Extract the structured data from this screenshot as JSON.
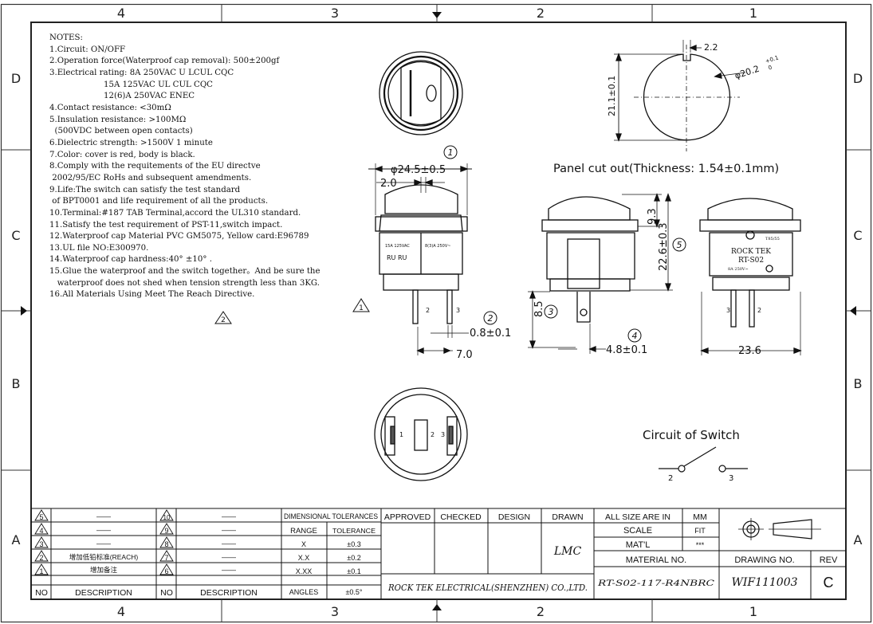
{
  "border": {
    "top_zones": [
      "4",
      "3",
      "2",
      "1"
    ],
    "bottom_zones": [
      "4",
      "3",
      "2",
      "1"
    ],
    "left_zones": [
      "D",
      "C",
      "B",
      "A"
    ],
    "right_zones": [
      "D",
      "C",
      "B",
      "A"
    ]
  },
  "notes": {
    "heading": "NOTES:",
    "lines": [
      "1.Circuit: ON/OFF",
      "2.Operation force(Waterproof cap removal): 500±200gf",
      "3.Electrical rating: 8A 250VAC U LCUL CQC",
      "                     15A 125VAC UL CUL CQC",
      "                     12(6)A 250VAC ENEC",
      "4.Contact resistance: <30mΩ",
      "5.Insulation resistance: >100MΩ",
      "  (500VDC between open contacts)",
      "6.Dielectric strength: >1500V 1 minute",
      "7.Color: cover is red, body is black.",
      "8.Comply with the requitements of the EU directve",
      " 2002/95/EC RoHs and subsequent amendments.",
      "9.Life:The switch can satisfy the test standard",
      " of BPT0001 and life requirement of all the products.",
      "10.Terminal:#187 TAB Terminal,accord the UL310 standard.",
      "11.Satisfy the test requirement of PST-11,switch impact.",
      "12.Waterproof cap Material PVC GM5075, Yellow card:E96789",
      "13.UL file NO:E300970.",
      "14.Waterproof cap hardness:40° ±10° .",
      "15.Glue the waterproof and the switch together。And be sure the",
      "   waterproof does not shed when tension strength less than 3KG.",
      "16.All Materials Using Meet The Reach Directive."
    ],
    "rev_marker_1": "1",
    "rev_marker_2": "2"
  },
  "drawing": {
    "dim_diameter": "φ24.5±0.5",
    "dim_2_0": "2.0",
    "dim_0_8": "0.8±0.1",
    "dim_7_0": "7.0",
    "dim_8_5": "8.5",
    "dim_4_8": "4.8±0.1",
    "dim_9_3": "9.3",
    "dim_22_6": "22.6±0.3",
    "dim_23_6": "23.6",
    "dim_2_2": "2.2",
    "dim_21_1": "21.1±0.1",
    "dim_20_2": "φ20.2",
    "dim_20_2_tol_upper": "+0.1",
    "dim_20_2_tol_lower": "0",
    "panel_cutout": "Panel cut out(Thickness: 1.54±0.1mm)",
    "circuit_title": "Circuit of Switch",
    "circuit_terminal_2": "2",
    "circuit_terminal_3": "3",
    "callouts": [
      "1",
      "2",
      "3",
      "4",
      "5"
    ],
    "front_label_left_1": "15A 125VAC",
    "front_label_left_2": "RU RU",
    "front_label_right": "8(3)A 250V~",
    "side_text_1": "ROCK TEK",
    "side_text_2": "RT-S02",
    "side_text_3": "8A 250V~",
    "side_text_4": "T85/55",
    "terminal_2": "2",
    "terminal_3": "3",
    "bottom_terminal_1": "1",
    "bottom_terminal_2": "2",
    "bottom_terminal_3": "3"
  },
  "title_block": {
    "revisions": [
      {
        "no": "5",
        "desc": "——",
        "no2": "10",
        "desc2": "——"
      },
      {
        "no": "4",
        "desc": "——",
        "no2": "9",
        "desc2": "——"
      },
      {
        "no": "3",
        "desc": "——",
        "no2": "8",
        "desc2": "——"
      },
      {
        "no": "2",
        "desc": "增加低铅标准(REACH)",
        "no2": "7",
        "desc2": "——"
      },
      {
        "no": "1",
        "desc": "增加备注",
        "no2": "6",
        "desc2": "——"
      }
    ],
    "rev_header_no": "NO",
    "rev_header_desc": "DESCRIPTION",
    "dimensional_tolerances": "DIMENSIONAL TOLERANCES",
    "tolerances": [
      {
        "range": "RANGE",
        "tol": "TOLERANCE"
      },
      {
        "range": "X",
        "tol": "±0.3"
      },
      {
        "range": "X.X",
        "tol": "±0.2"
      },
      {
        "range": "X.XX",
        "tol": "±0.1"
      },
      {
        "range": "ANGLES",
        "tol": "±0.5°"
      }
    ],
    "approved": "APPROVED",
    "checked": "CHECKED",
    "design": "DESIGN",
    "drawn": "DRAWN",
    "drawn_by": "LMC",
    "company": "ROCK TEK ELECTRICAL(SHENZHEN) CO.,LTD.",
    "all_size_label": "ALL SIZE ARE IN",
    "all_size_value": "MM",
    "scale_label": "SCALE",
    "scale_value": "FIT",
    "material_label": "MAT'L",
    "material_value": "***",
    "material_no_label": "MATERIAL NO.",
    "material_no": "RT-S02-117-R4NBRC",
    "drawing_no_label": "DRAWING NO.",
    "rev_label": "REV",
    "drawing_no": "WIF111003",
    "rev": "C"
  }
}
